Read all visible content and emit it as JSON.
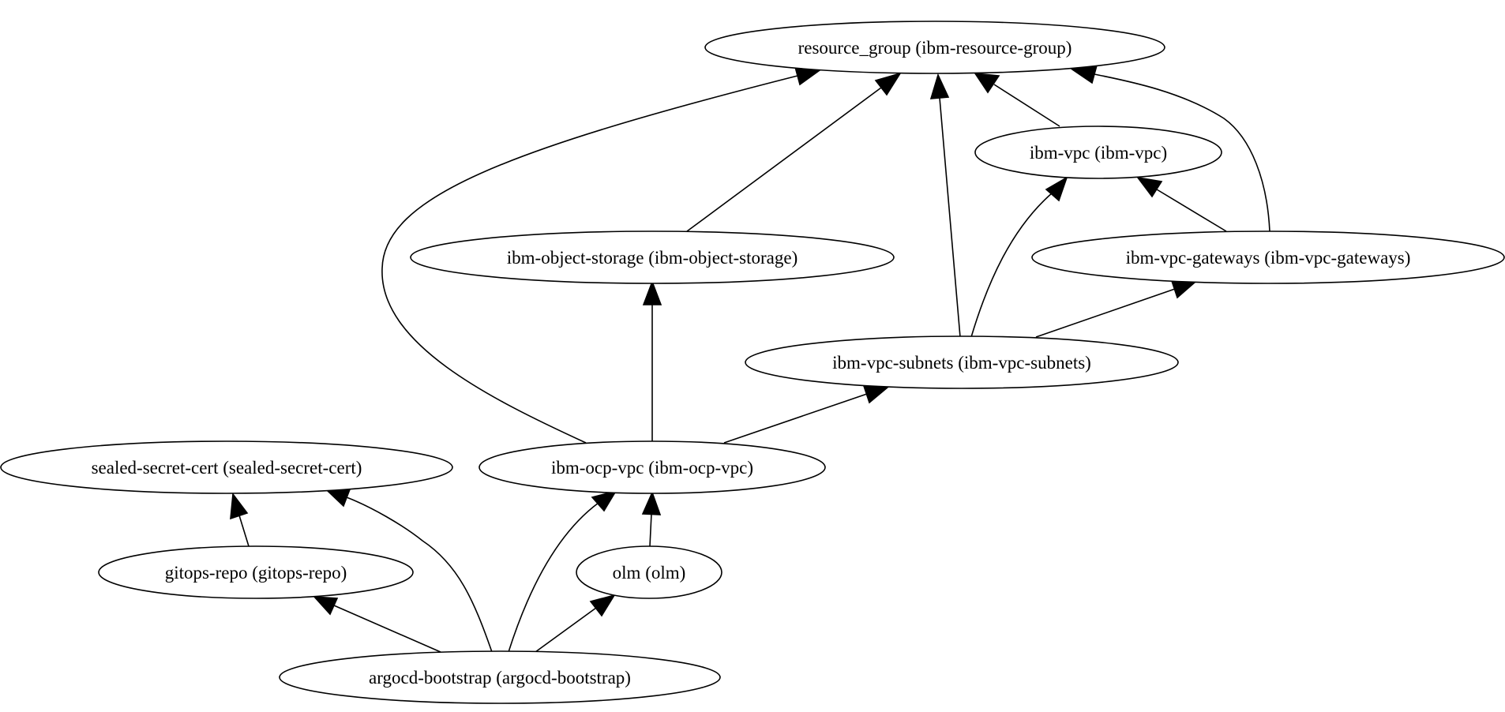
{
  "nodes": [
    {
      "id": "resource_group",
      "label": "resource_group (ibm-resource-group)"
    },
    {
      "id": "ibm_vpc",
      "label": "ibm-vpc (ibm-vpc)"
    },
    {
      "id": "ibm_object_storage",
      "label": "ibm-object-storage (ibm-object-storage)"
    },
    {
      "id": "ibm_vpc_gateways",
      "label": "ibm-vpc-gateways (ibm-vpc-gateways)"
    },
    {
      "id": "ibm_vpc_subnets",
      "label": "ibm-vpc-subnets (ibm-vpc-subnets)"
    },
    {
      "id": "sealed_secret_cert",
      "label": "sealed-secret-cert (sealed-secret-cert)"
    },
    {
      "id": "ibm_ocp_vpc",
      "label": "ibm-ocp-vpc (ibm-ocp-vpc)"
    },
    {
      "id": "gitops_repo",
      "label": "gitops-repo (gitops-repo)"
    },
    {
      "id": "olm",
      "label": "olm (olm)"
    },
    {
      "id": "argocd_bootstrap",
      "label": "argocd-bootstrap (argocd-bootstrap)"
    }
  ],
  "edges": [
    {
      "from": "ibm_vpc",
      "to": "resource_group"
    },
    {
      "from": "ibm_object_storage",
      "to": "resource_group"
    },
    {
      "from": "ibm_vpc_gateways",
      "to": "resource_group"
    },
    {
      "from": "ibm_vpc_gateways",
      "to": "ibm_vpc"
    },
    {
      "from": "ibm_vpc_subnets",
      "to": "resource_group"
    },
    {
      "from": "ibm_vpc_subnets",
      "to": "ibm_vpc"
    },
    {
      "from": "ibm_vpc_subnets",
      "to": "ibm_vpc_gateways"
    },
    {
      "from": "ibm_ocp_vpc",
      "to": "resource_group"
    },
    {
      "from": "ibm_ocp_vpc",
      "to": "ibm_object_storage"
    },
    {
      "from": "ibm_ocp_vpc",
      "to": "ibm_vpc_subnets"
    },
    {
      "from": "gitops_repo",
      "to": "sealed_secret_cert"
    },
    {
      "from": "olm",
      "to": "ibm_ocp_vpc"
    },
    {
      "from": "argocd_bootstrap",
      "to": "gitops_repo"
    },
    {
      "from": "argocd_bootstrap",
      "to": "sealed_secret_cert"
    },
    {
      "from": "argocd_bootstrap",
      "to": "ibm_ocp_vpc"
    },
    {
      "from": "argocd_bootstrap",
      "to": "olm"
    }
  ]
}
